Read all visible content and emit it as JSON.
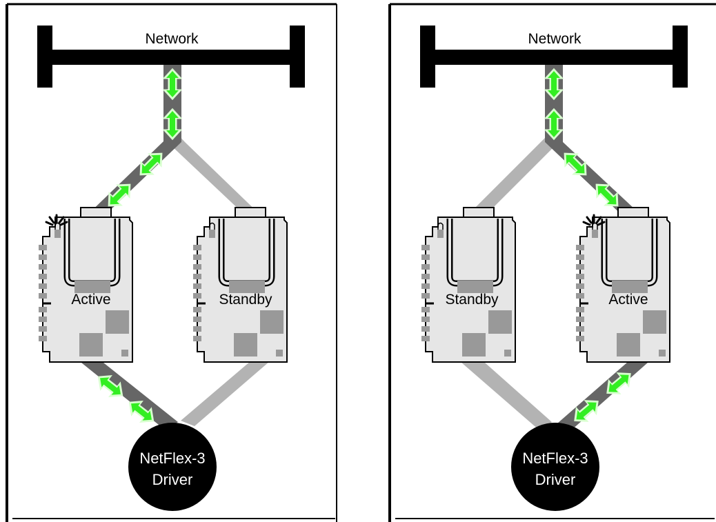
{
  "colors": {
    "background": "#ffffff",
    "frame": "#000000",
    "active_link": "#666666",
    "standby_link": "#b3b3b3",
    "arrow_fill": "#33ee22",
    "arrow_glow": "#d9ffd0",
    "card_fill": "#e6e6e6",
    "card_chip": "#999999",
    "driver_fill": "#000000"
  },
  "panels": [
    {
      "network_label": "Network",
      "driver_label_line1": "NetFlex-3",
      "driver_label_line2": "Driver",
      "cards": [
        {
          "label": "Active",
          "state": "active"
        },
        {
          "label": "Standby",
          "state": "standby"
        }
      ]
    },
    {
      "network_label": "Network",
      "driver_label_line1": "NetFlex-3",
      "driver_label_line2": "Driver",
      "cards": [
        {
          "label": "Standby",
          "state": "standby"
        },
        {
          "label": "Active",
          "state": "active"
        }
      ]
    }
  ]
}
